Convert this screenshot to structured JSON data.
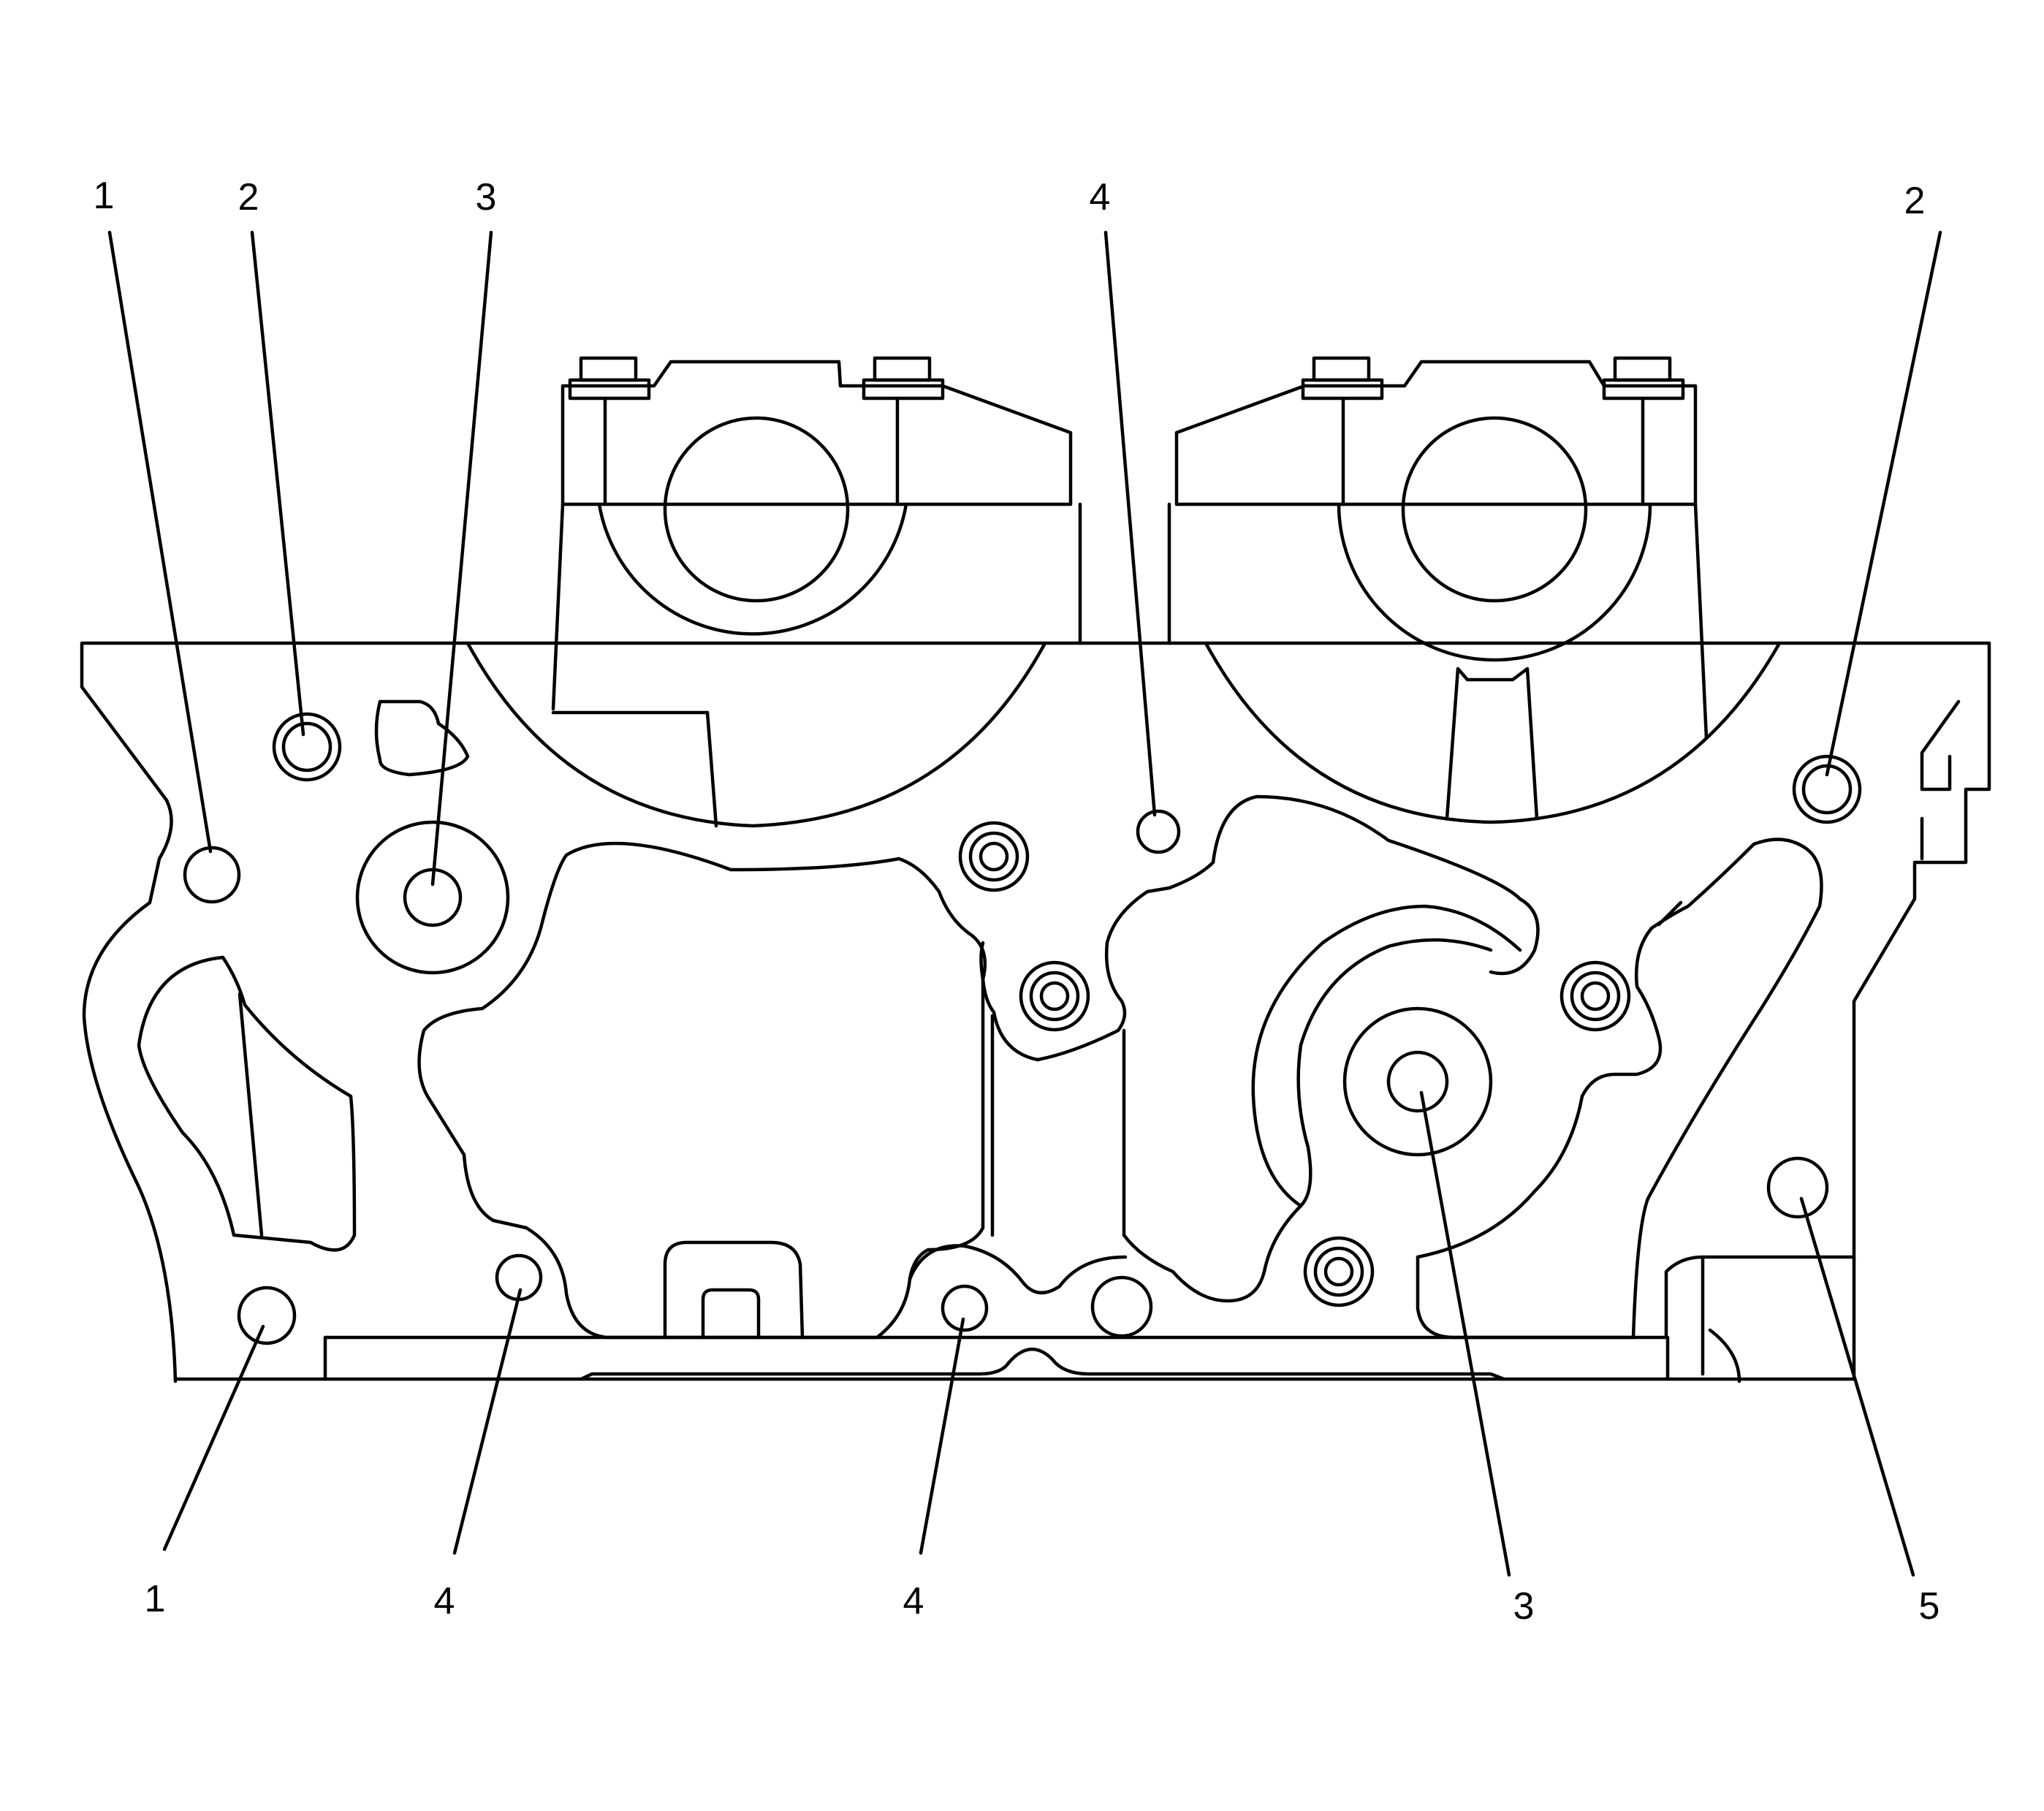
{
  "callouts": {
    "top": [
      "1",
      "2",
      "3",
      "4",
      "2"
    ],
    "bottom": [
      "1",
      "4",
      "4",
      "3",
      "5"
    ]
  },
  "colors": {
    "line": "#000000",
    "background": "#ffffff"
  }
}
